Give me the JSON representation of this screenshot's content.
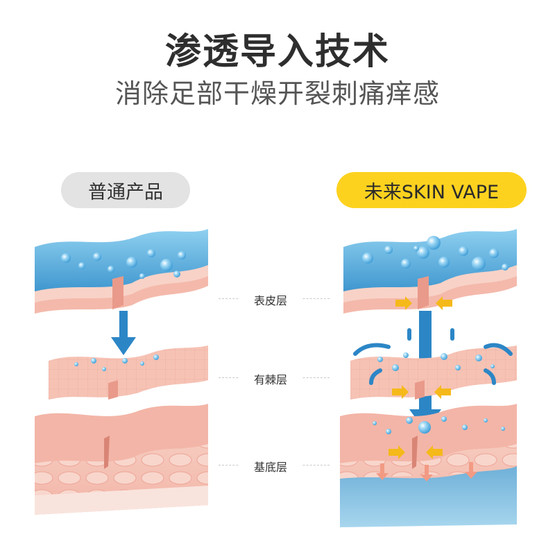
{
  "header": {
    "title": "渗透导入技术",
    "subtitle": "消除足部干燥开裂刺痛痒感"
  },
  "comparison": {
    "left_label": "普通产品",
    "right_label": "未来SKIN VAPE"
  },
  "layers": {
    "epidermis": "表皮层",
    "spinous": "有棘层",
    "basal": "基底层"
  },
  "colors": {
    "water_blue": "#5aa9da",
    "arrow_blue": "#2c86c6",
    "skin_pink": "#f6c2b4",
    "pill_yellow": "#fdd21f",
    "pill_gray": "#e3e3e3",
    "squeeze_arrow": "#f5b91a"
  }
}
